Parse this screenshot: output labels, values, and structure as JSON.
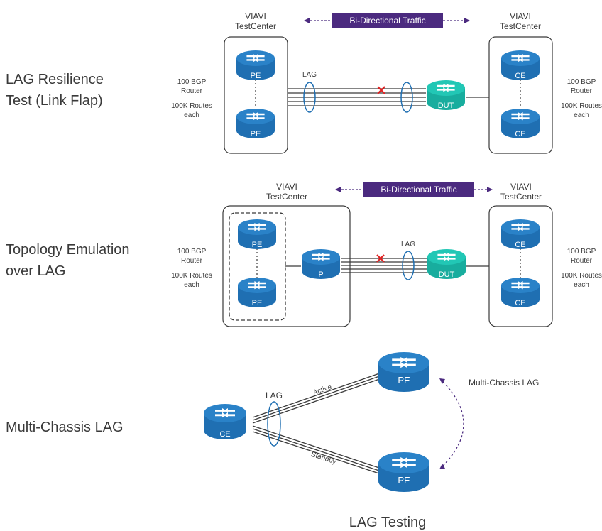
{
  "colors": {
    "router_blue": "#1f6fb2",
    "router_teal": "#1bbfae",
    "banner_purple": "#4b2a7f",
    "fail_red": "#e02020",
    "line_dark": "#3a3a3a"
  },
  "sections": [
    {
      "title_line1": "LAG Resilience",
      "title_line2": "Test (Link Flap)",
      "left_tc_line1": "VIAVI",
      "left_tc_line2": "TestCenter",
      "right_tc_line1": "VIAVI",
      "right_tc_line2": "TestCenter",
      "banner": "Bi-Directional Traffic",
      "left_note_1": "100 BGP",
      "left_note_2": "Router",
      "left_note_3": "100K Routes",
      "left_note_4": "each",
      "right_note_1": "100 BGP",
      "right_note_2": "Router",
      "right_note_3": "100K Routes",
      "right_note_4": "each",
      "lag_label": "LAG",
      "left_router_top": "PE",
      "left_router_bottom": "PE",
      "dut": "DUT",
      "right_router_top": "CE",
      "right_router_bottom": "CE"
    },
    {
      "title_line1": "Topology Emulation",
      "title_line2": "over LAG",
      "left_tc_line1": "VIAVI",
      "left_tc_line2": "TestCenter",
      "right_tc_line1": "VIAVI",
      "right_tc_line2": "TestCenter",
      "banner": "Bi-Directional Traffic",
      "left_note_1": "100 BGP",
      "left_note_2": "Router",
      "left_note_3": "100K Routes",
      "left_note_4": "each",
      "right_note_1": "100 BGP",
      "right_note_2": "Router",
      "right_note_3": "100K Routes",
      "right_note_4": "each",
      "lag_label": "LAG",
      "left_router_top": "PE",
      "left_router_bottom": "PE",
      "p_router": "P",
      "dut": "DUT",
      "right_router_top": "CE",
      "right_router_bottom": "CE"
    },
    {
      "title": "Multi-Chassis LAG",
      "lag_label": "LAG",
      "ce": "CE",
      "pe_top": "PE",
      "pe_bottom": "PE",
      "active": "Active",
      "standby": "Standby",
      "mc_label": "Multi-Chassis LAG"
    }
  ],
  "footer": "LAG Testing"
}
